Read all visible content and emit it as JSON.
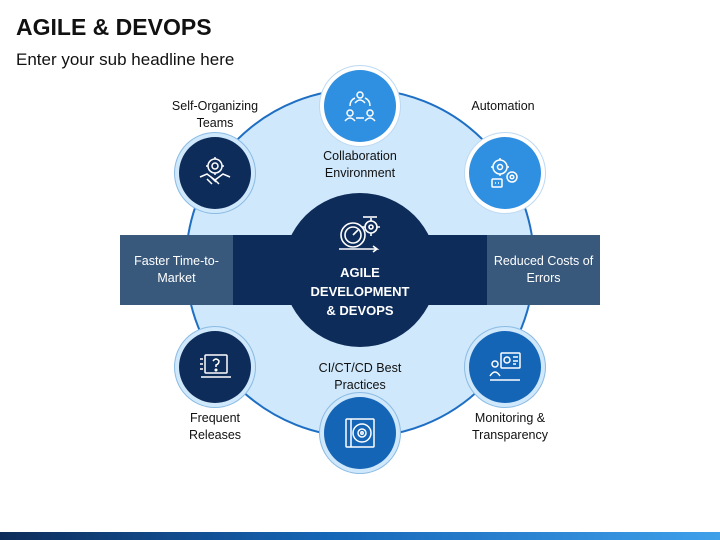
{
  "header": {
    "title": "AGILE & DEVOPS",
    "subtitle": "Enter your sub headline here"
  },
  "center": {
    "label": "AGILE\nDEVELOPMENT\n& DEVOPS",
    "icon": "speed-gear-icon"
  },
  "band": {
    "left_label": "Faster Time-to-Market",
    "right_label": "Reduced Costs of Errors"
  },
  "nodes": {
    "collaboration": {
      "label": "Collaboration\nEnvironment",
      "icon": "team-cycle-icon"
    },
    "self_organizing": {
      "label": "Self-Organizing\nTeams",
      "icon": "handshake-gear-icon"
    },
    "automation": {
      "label": "Automation",
      "icon": "gears-robot-icon"
    },
    "ci_cd": {
      "label": "CI/CT/CD Best\nPractices",
      "icon": "disc-case-icon"
    },
    "frequent_releases": {
      "label": "Frequent\nReleases",
      "icon": "laptop-question-icon"
    },
    "monitoring": {
      "label": "Monitoring &\nTransparency",
      "icon": "person-dashboard-icon"
    }
  },
  "colors": {
    "navy": "#0e2c5a",
    "mid_blue": "#1565b6",
    "light_blue": "#2f8fe0",
    "circle_fill": "#cfe8fb",
    "band_box": "#38597c"
  }
}
